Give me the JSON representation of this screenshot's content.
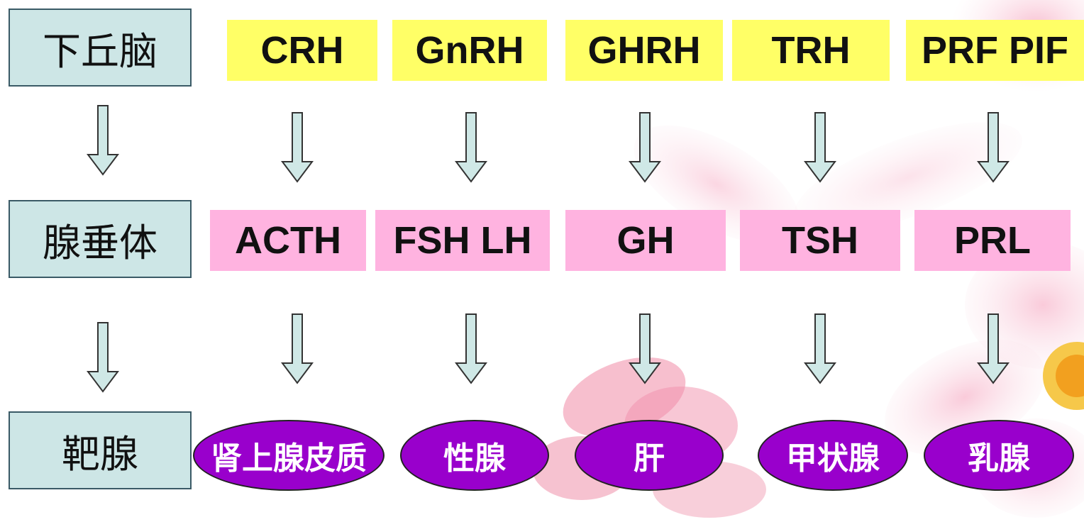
{
  "levels": {
    "hypothalamus": "下丘脑",
    "pituitary": "腺垂体",
    "target": "靶腺"
  },
  "releasing_hormones": [
    "CRH",
    "GnRH",
    "GHRH",
    "TRH",
    "PRF PIF"
  ],
  "pituitary_hormones": [
    "ACTH",
    "FSH LH",
    "GH",
    "TSH",
    "PRL"
  ],
  "target_glands": [
    "肾上腺皮质",
    "性腺",
    "肝",
    "甲状腺",
    "乳腺"
  ],
  "colors": {
    "level_box": "#cde6e6",
    "releasing_box": "#ffff66",
    "pituitary_box": "#ffb3e0",
    "target_oval": "#9900cc",
    "arrow_fill": "#cfe8e6"
  },
  "icons": {
    "arrow": "down-arrow-icon",
    "background": "flower-decoration"
  }
}
